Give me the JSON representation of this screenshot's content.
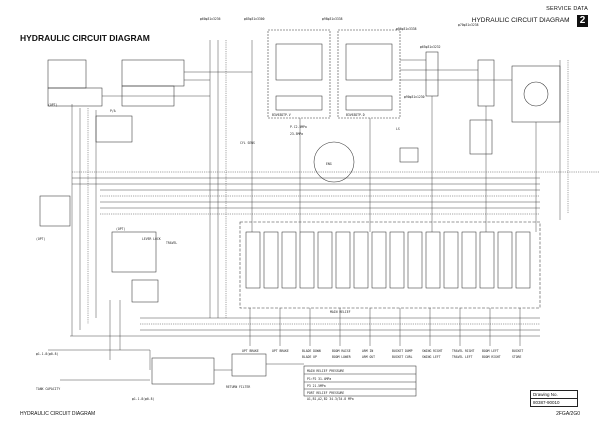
{
  "header": {
    "section": "SERVICE DATA",
    "title": "HYDRAULIC CIRCUIT DIAGRAM",
    "badge": "2"
  },
  "page_title": "HYDRAULIC CIRCUIT DIAGRAM",
  "drawing_box": {
    "label": "Drawing No.",
    "number": "80387-90010"
  },
  "footer": {
    "left": "HYDRAULIC CIRCUIT DIAGRAM",
    "right": "2FGA/2G0"
  },
  "diagram_labels": {
    "top1": "φ60φ31x3236",
    "top2": "φ85φ31x3300",
    "top3": "φ98φ31x3338",
    "top4": "φ96φ31x3338",
    "top5": "φ70φ31x3238",
    "top6": "φ65φ31x3232",
    "top7": "φ90φ31x1230",
    "opt1": "(OPT)",
    "opt2": "(OPT)",
    "opt3": "(OPT)",
    "pa": "P/A",
    "pump1": "B3V63DTP.V",
    "pump2": "B3V63DTP.D",
    "pump3": "LS",
    "pilot": "P.C2.5MPa",
    "bar": "23.5MPa",
    "cv1": "CYL SENS",
    "travel": "TRAVEL",
    "lever": "LEVER LOCK",
    "eng": "ENG",
    "main1": "MAIN RELIEF",
    "spec1": "MAIN RELIEF PRESSURE",
    "spec2": "P1:P2 31.4MPa",
    "spec3": "P3 21.5MPa",
    "spec4": "PORT RELIEF PRESSURE",
    "spec5": "A1,B1,A2,B2 34.3/34.8 MPa",
    "b1": "OPT BRAKE",
    "b2": "OPT BRAKE",
    "b3": "BLADE DOWN",
    "b4": "BLADE UP",
    "b5": "BOOM RAISE",
    "b6": "BOOM LOWER",
    "b7": "ARM IN",
    "b8": "ARM OUT",
    "b9": "BUCKET DUMP",
    "b10": "BUCKET CURL",
    "b11": "SWING RIGHT",
    "b12": "SWING LEFT",
    "b13": "TRAVEL RIGHT",
    "b14": "TRAVEL LEFT",
    "b15": "BOOM LEFT",
    "b16": "BOOM RIGHT",
    "b17": "BUCKET",
    "b18": "STORE",
    "tank": "TANK CAPACITY",
    "filter": "RETURN FILTER",
    "m1": "φ1-1.8(φ0.8)",
    "m2": "φ1-1.8(φ0.8)"
  }
}
